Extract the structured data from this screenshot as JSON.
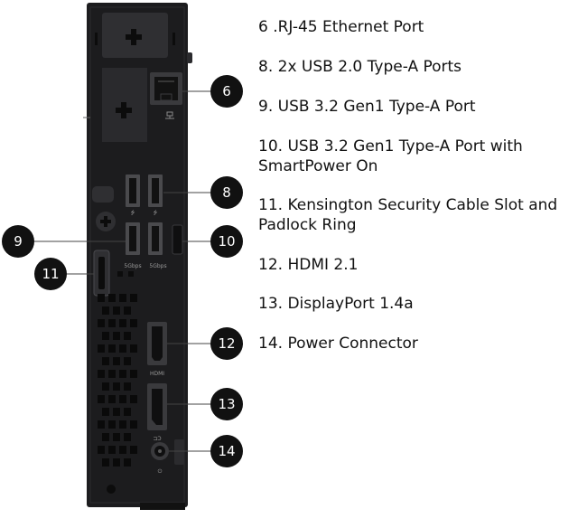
{
  "callouts": [
    {
      "number": "6",
      "label": "6 .RJ-45 Ethernet Port"
    },
    {
      "number": "8",
      "label": "8. 2x USB 2.0 Type-A Ports"
    },
    {
      "number": "9",
      "label": "9. USB 3.2 Gen1 Type-A Port"
    },
    {
      "number": "10",
      "label": "10. USB 3.2 Gen1 Type-A Port with SmartPower On"
    },
    {
      "number": "11",
      "label": "11. Kensington Security Cable Slot and Padlock Ring"
    },
    {
      "number": "12",
      "label": "12. HDMI 2.1"
    },
    {
      "number": "13",
      "label": "13. DisplayPort 1.4a"
    },
    {
      "number": "14",
      "label": "14. Power Connector"
    }
  ],
  "port_markings": {
    "hdmi": "HDMI",
    "usb_speed_left": "5Gbps",
    "usb_speed_right": "5Gbps"
  },
  "colors": {
    "chassis": "#1c1c1e",
    "badge": "#111111",
    "text": "#111111",
    "leader_line": "#444444"
  }
}
